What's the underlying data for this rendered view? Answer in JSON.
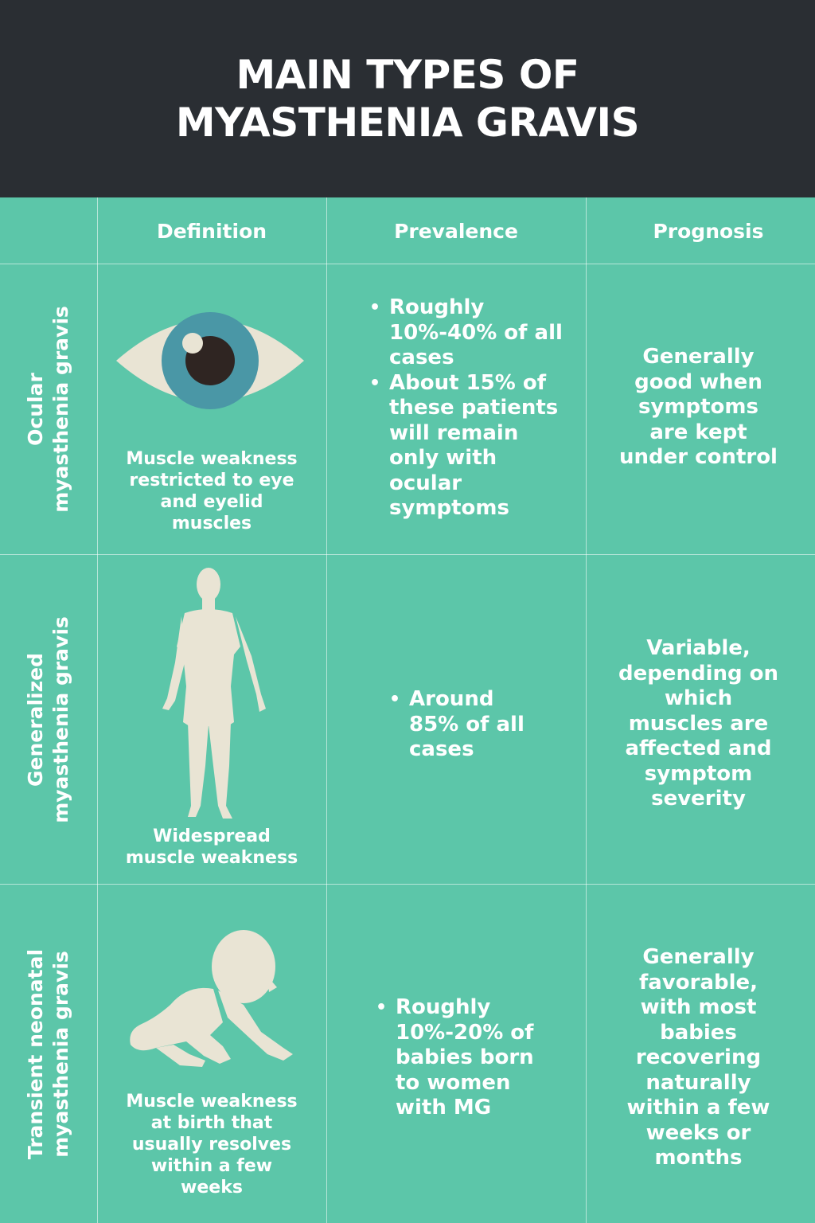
{
  "title": {
    "line1": "MAIN TYPES OF",
    "line2": "MYASTHENIA GRAVIS"
  },
  "columns": {
    "definition": "Definition",
    "prevalence": "Prevalence",
    "prognosis": "Prognosis"
  },
  "rows": [
    {
      "label": [
        "Ocular",
        "myasthenia gravis"
      ],
      "icon": "eye-icon",
      "definition": [
        "Muscle weakness",
        "restricted to eye",
        "and eyelid",
        "muscles"
      ],
      "prevalence": [
        [
          "Roughly",
          "10%-40% of all",
          "cases"
        ],
        [
          "About 15% of",
          "these patients",
          "will remain",
          "only with",
          "ocular",
          "symptoms"
        ]
      ],
      "prognosis": [
        "Generally",
        "good when",
        "symptoms",
        "are kept",
        "under control"
      ]
    },
    {
      "label": [
        "Generalized",
        "myasthenia gravis"
      ],
      "icon": "human-body-icon",
      "definition": [
        "Widespread",
        "muscle weakness"
      ],
      "prevalence": [
        [
          "Around",
          "85% of all",
          "cases"
        ]
      ],
      "prognosis": [
        "Variable,",
        "depending on",
        "which",
        "muscles are",
        "affected and",
        "symptom",
        "severity"
      ]
    },
    {
      "label": [
        "Transient neonatal",
        "myasthenia gravis"
      ],
      "icon": "crawling-baby-icon",
      "definition": [
        "Muscle weakness",
        "at birth that",
        "usually resolves",
        "within a few",
        "weeks"
      ],
      "prevalence": [
        [
          "Roughly",
          "10%-20% of",
          "babies born",
          "to women",
          "with MG"
        ]
      ],
      "prognosis": [
        "Generally",
        "favorable,",
        "with most",
        "babies",
        "recovering",
        "naturally",
        "within a few",
        "weeks or",
        "months"
      ]
    }
  ],
  "colors": {
    "header_bg": "#2a2e33",
    "table_bg": "#5cc6a9",
    "illustration": "#e9e4d4",
    "iris": "#4a97a6",
    "pupil": "#2f2522"
  }
}
